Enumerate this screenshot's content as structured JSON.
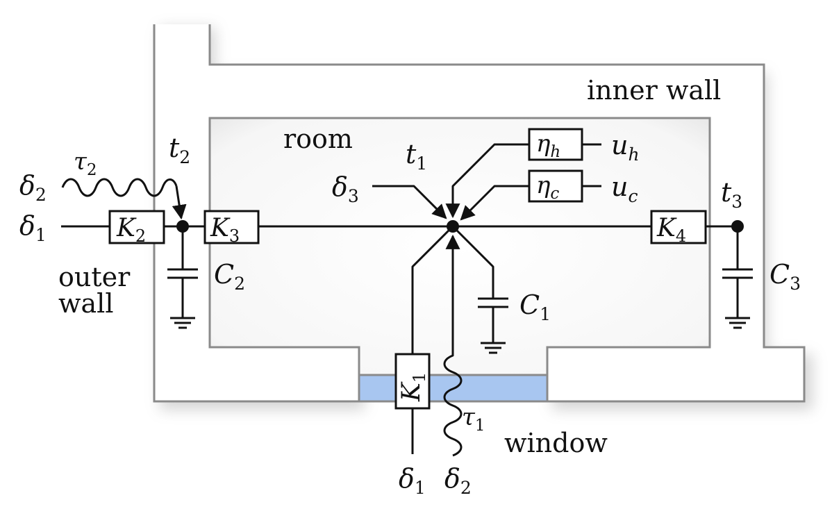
{
  "labels": {
    "inner_wall": "inner wall",
    "room": "room",
    "outer_wall_line1": "outer",
    "outer_wall_line2": "wall",
    "window": "window"
  },
  "components": {
    "K1": {
      "base": "K",
      "sub": "1"
    },
    "K2": {
      "base": "K",
      "sub": "2"
    },
    "K3": {
      "base": "K",
      "sub": "3"
    },
    "K4": {
      "base": "K",
      "sub": "4"
    },
    "C1": {
      "base": "C",
      "sub": "1"
    },
    "C2": {
      "base": "C",
      "sub": "2"
    },
    "C3": {
      "base": "C",
      "sub": "3"
    },
    "eta_h": {
      "base": "η",
      "sub": "h"
    },
    "eta_c": {
      "base": "η",
      "sub": "c"
    }
  },
  "signals": {
    "t1": {
      "base": "t",
      "sub": "1"
    },
    "t2": {
      "base": "t",
      "sub": "2"
    },
    "t3": {
      "base": "t",
      "sub": "3"
    },
    "u_h": {
      "base": "u",
      "sub": "h"
    },
    "u_c": {
      "base": "u",
      "sub": "c"
    },
    "delta1_left": {
      "base": "δ",
      "sub": "1"
    },
    "delta2_left": {
      "base": "δ",
      "sub": "2"
    },
    "delta3": {
      "base": "δ",
      "sub": "3"
    },
    "delta1_bottom": {
      "base": "δ",
      "sub": "1"
    },
    "delta2_bottom": {
      "base": "δ",
      "sub": "2"
    },
    "tau1": {
      "base": "τ",
      "sub": "1"
    },
    "tau2": {
      "base": "τ",
      "sub": "2"
    }
  },
  "colors": {
    "window_glass": "#a8c6f0",
    "wall_stroke": "#8a8a8a",
    "room_fill": "#eeeeee",
    "wire": "#111111"
  }
}
